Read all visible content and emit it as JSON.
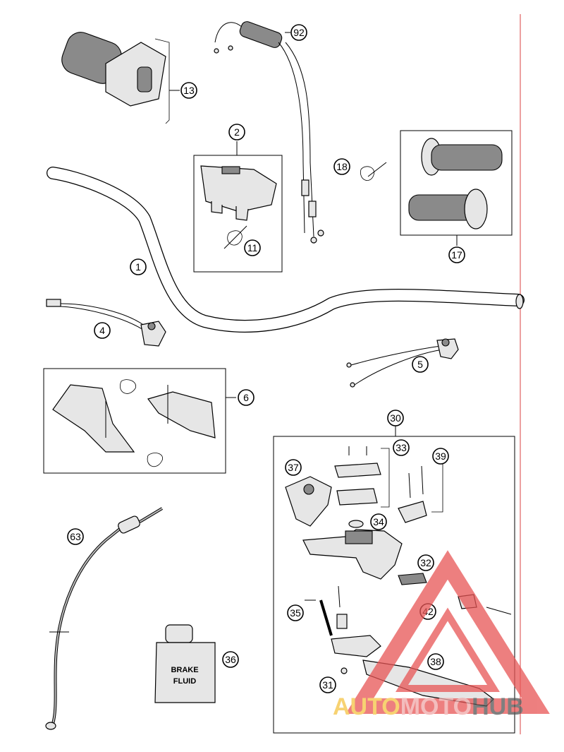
{
  "diagram": {
    "callouts": [
      {
        "id": "1",
        "label": "1"
      },
      {
        "id": "2",
        "label": "2"
      },
      {
        "id": "4",
        "label": "4"
      },
      {
        "id": "5",
        "label": "5"
      },
      {
        "id": "6",
        "label": "6"
      },
      {
        "id": "11",
        "label": "11"
      },
      {
        "id": "13",
        "label": "13"
      },
      {
        "id": "17",
        "label": "17"
      },
      {
        "id": "18",
        "label": "18"
      },
      {
        "id": "30",
        "label": "30"
      },
      {
        "id": "31",
        "label": "31"
      },
      {
        "id": "32",
        "label": "32"
      },
      {
        "id": "33",
        "label": "33"
      },
      {
        "id": "34",
        "label": "34"
      },
      {
        "id": "35",
        "label": "35"
      },
      {
        "id": "36",
        "label": "36"
      },
      {
        "id": "37",
        "label": "37"
      },
      {
        "id": "38",
        "label": "38"
      },
      {
        "id": "39",
        "label": "39"
      },
      {
        "id": "42",
        "label": "42"
      },
      {
        "id": "63",
        "label": "63"
      },
      {
        "id": "92",
        "label": "92"
      }
    ],
    "bottle_label_line1": "BRAKE",
    "bottle_label_line2": "FLUID"
  },
  "watermark": {
    "part1": "AUTO",
    "part2": "MOTO",
    "part3": "HUB",
    "colors": {
      "auto": "#f5c443",
      "moto": "#f0a8a8",
      "hub": "#555555",
      "triangle": "#e85555"
    }
  }
}
